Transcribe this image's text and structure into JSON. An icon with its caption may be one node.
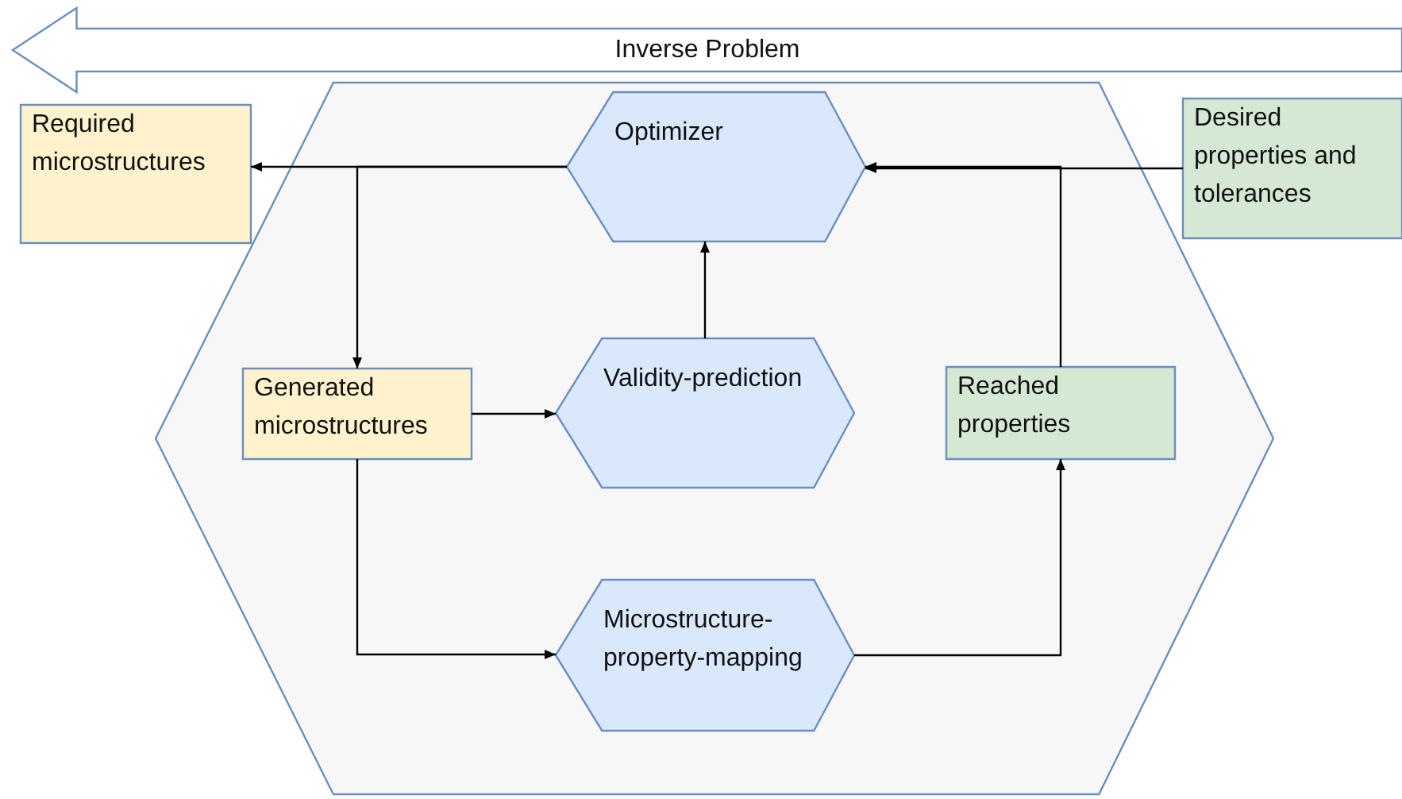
{
  "diagram": {
    "nodes": [
      {
        "text": [
          "Inverse Problem"
        ]
      },
      {
        "text": [],
        "shape": "hexagon"
      },
      {
        "text": [
          "Required microstructures"
        ]
      },
      {
        "text": [
          "Optimizer"
        ],
        "in": 1
      },
      {
        "text": [
          "Desired properties and tolerances"
        ]
      },
      {
        "text": [
          "Generated microstructures"
        ],
        "in": 1
      },
      {
        "text": [
          "Validity-prediction"
        ],
        "in": 1
      },
      {
        "text": [
          "Reached properties"
        ],
        "in": 1
      },
      {
        "text": [
          "Microstructure-property-mapping"
        ],
        "in": 1
      }
    ],
    "edges": [
      {
        "from": 3,
        "to": 2,
        "arrow": "to"
      },
      {
        "from": 3,
        "to": 5,
        "arrow": "to"
      },
      {
        "from": 4,
        "to": 3,
        "arrow": "to"
      },
      {
        "from": 7,
        "to": 3,
        "arrow": "to"
      },
      {
        "from": 6,
        "to": 3,
        "arrow": "to"
      },
      {
        "from": 5,
        "to": 6,
        "arrow": "to"
      },
      {
        "from": 5,
        "to": 8,
        "arrow": "to"
      },
      {
        "from": 8,
        "to": 7,
        "arrow": "to"
      }
    ]
  }
}
